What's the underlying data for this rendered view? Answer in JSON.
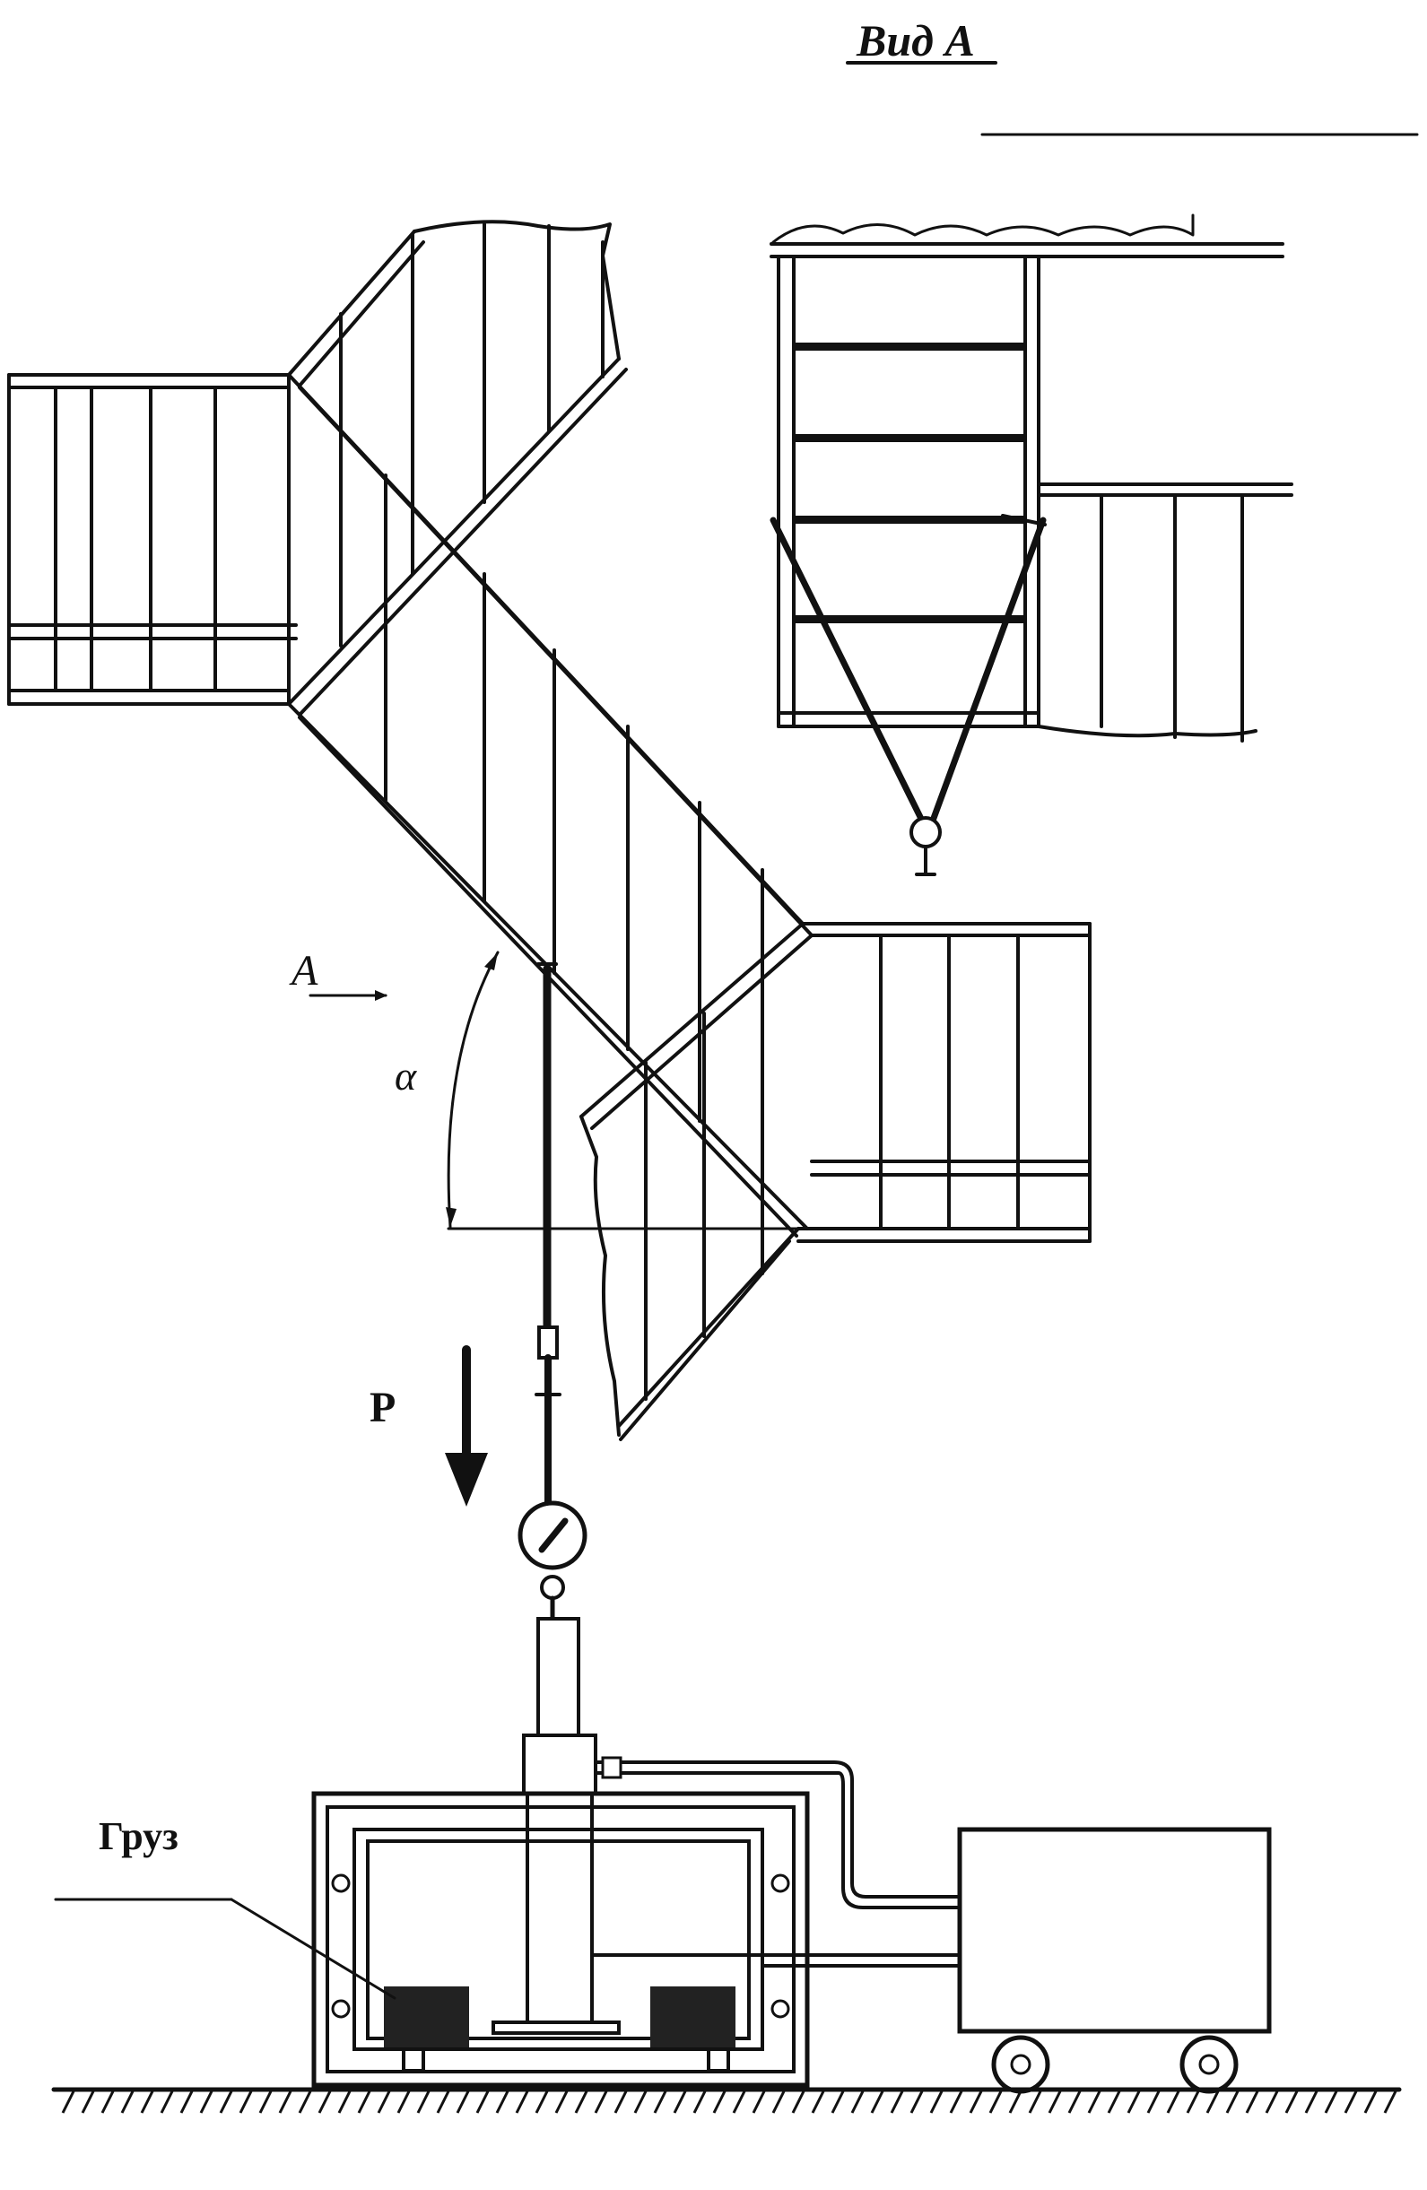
{
  "labels": {
    "view_title": "Вид А",
    "view_marker": "А",
    "angle_symbol": "α",
    "force_label": "P",
    "load_label": "Груз"
  },
  "colors": {
    "ink": "#111111",
    "paper": "#ffffff"
  }
}
